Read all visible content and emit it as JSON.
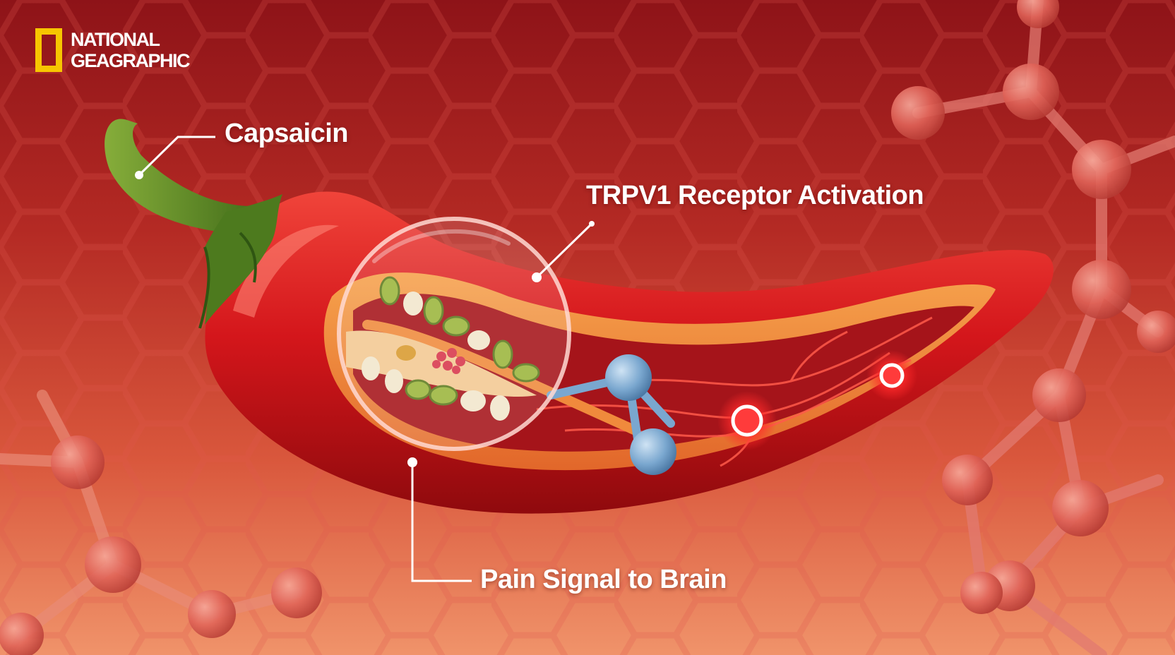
{
  "logo": {
    "line1": "NATIONAL",
    "line2": "GEAGRAPHIC",
    "frame_color": "#f7c600"
  },
  "labels": {
    "capsaicin": "Capsaicin",
    "trpv1": "TRPV1 Receptor Activation",
    "pain_signal": "Pain Signal to Brain"
  },
  "colors": {
    "background_top": "#8e1318",
    "background_bottom": "#f0936a",
    "pepper_red": "#d4161b",
    "stem_green": "#4d7a1e",
    "molecule_blue": "#7aa7cf",
    "signal_glow": "#ff2a2a"
  },
  "icons": [
    "national-geographic-logo",
    "chili-pepper",
    "magnifier-lens",
    "capsaicin-molecule",
    "nerve-signal-node",
    "hexagon-molecule-pattern"
  ]
}
